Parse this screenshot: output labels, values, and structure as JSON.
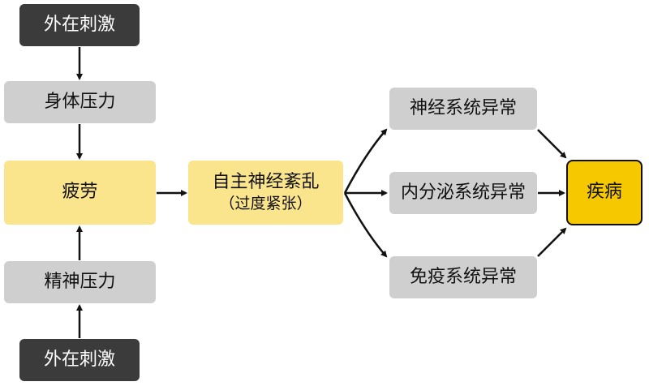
{
  "left_column": {
    "top_stimulus": "外在刺激",
    "physical_stress": "身体压力",
    "fatigue": "疲劳",
    "mental_stress": "精神压力",
    "bottom_stimulus": "外在刺激"
  },
  "center": {
    "title": "自主神经紊乱",
    "subtitle": "（过度紧张）"
  },
  "systems": [
    "神经系统异常",
    "内分泌系统异常",
    "免疫系统异常"
  ],
  "outcome": "疾病",
  "colors": {
    "dark": "#3b3b3b",
    "grey": "#cfcfcf",
    "light_yellow": "#fae48c",
    "gold": "#f6c800"
  }
}
